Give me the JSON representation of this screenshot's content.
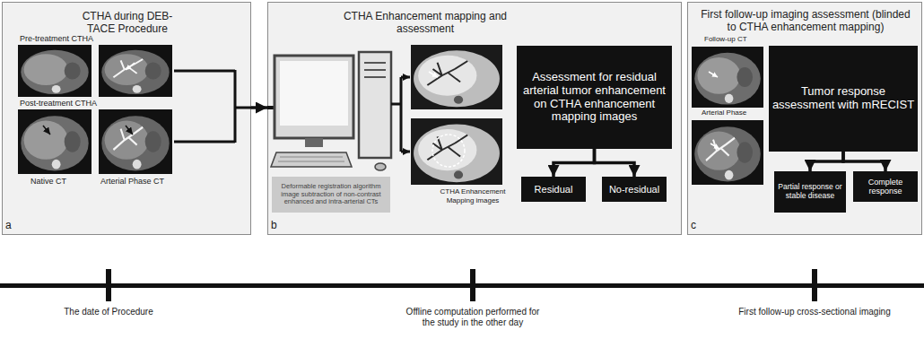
{
  "diagram": {
    "nodes": [
      {
        "text": [
          "CTHA during DEB-TACE Procedure"
        ]
      },
      {
        "text": [
          "CTHA Enhancement mapping and assessment"
        ]
      },
      {
        "text": [
          "Deformable registration algorithm image subtraction of non-contrast enhanced and intra-arterial CTs"
        ],
        "in": 1
      },
      {
        "text": [
          "Assessment for residual arterial tumor enhancement on CTHA enhancement mapping images"
        ],
        "in": 1
      },
      {
        "text": [
          "Residual"
        ],
        "in": 1
      },
      {
        "text": [
          "No-residual"
        ],
        "in": 1
      },
      {
        "text": [
          "First follow-up imaging assessment (blinded to CTHA enhancement mapping)"
        ]
      },
      {
        "text": [
          "Tumor response assessment with mRECIST"
        ],
        "in": 6
      },
      {
        "text": [
          "Partial response or stable disease"
        ],
        "in": 6
      },
      {
        "text": [
          "Complete response"
        ],
        "in": 6
      }
    ],
    "edges": [
      {
        "from": 0,
        "to": 1,
        "arrow": "to"
      },
      {
        "from": 3,
        "to": 4,
        "arrow": "to"
      },
      {
        "from": 3,
        "to": 5,
        "arrow": "to"
      },
      {
        "from": 7,
        "to": 8,
        "arrow": "to"
      },
      {
        "from": 7,
        "to": 9,
        "arrow": "to"
      }
    ],
    "labels": [
      "Pre-treatment CTHA",
      "Post-treatment CTHA",
      "Native CT",
      "Arterial Phase CT",
      "a",
      "CTHA Enhancement Mapping images",
      "b",
      "Follow-up CT",
      "Arterial Phase",
      "c",
      "The date of Procedure",
      "Offline computation performed for the study in the other day",
      "First follow-up cross-sectional imaging"
    ]
  }
}
